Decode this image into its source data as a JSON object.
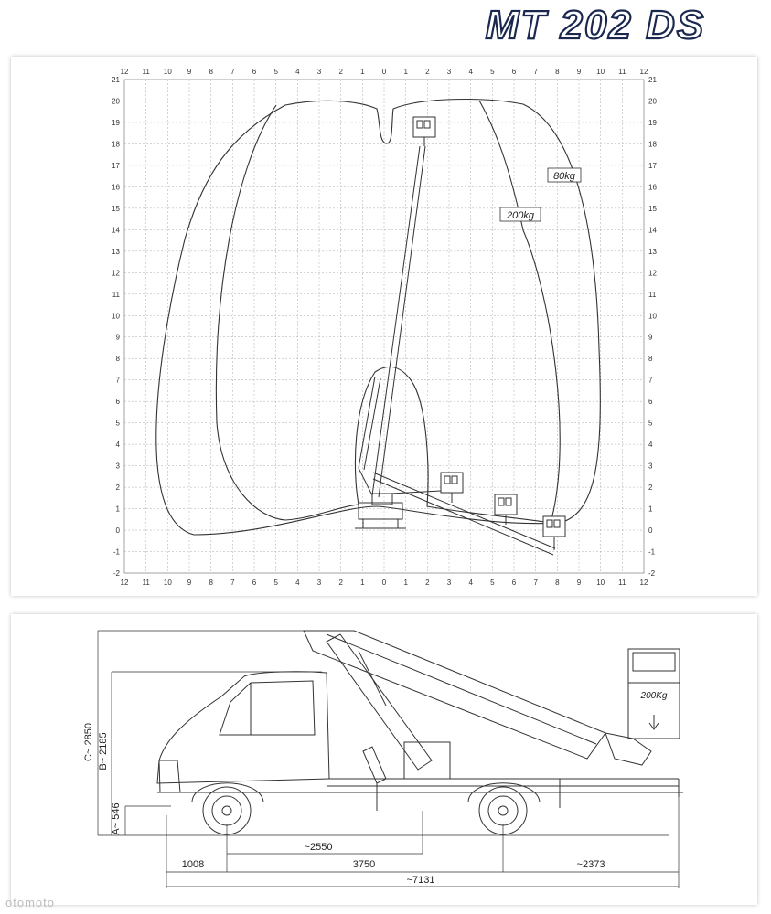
{
  "logo": {
    "text": "MT 202 DS"
  },
  "working_range": {
    "x_ticks": [
      "12",
      "11",
      "10",
      "9",
      "8",
      "7",
      "6",
      "5",
      "4",
      "3",
      "2",
      "1",
      "0",
      "1",
      "2",
      "3",
      "4",
      "5",
      "6",
      "7",
      "8",
      "9",
      "10",
      "11",
      "12"
    ],
    "y_ticks": [
      "21",
      "20",
      "19",
      "18",
      "17",
      "16",
      "15",
      "14",
      "13",
      "12",
      "11",
      "10",
      "9",
      "8",
      "7",
      "6",
      "5",
      "4",
      "3",
      "2",
      "1",
      "0",
      "-1",
      "-2"
    ],
    "load_80": "80kg",
    "load_200": "200kg"
  },
  "truck": {
    "dim_C": "C~ 2850",
    "dim_B": "B~ 2185",
    "dim_A": "A~ 546",
    "dim_2550": "~2550",
    "dim_1008": "1008",
    "dim_3750": "3750",
    "dim_2373": "~2373",
    "dim_7131": "~7131",
    "basket_label": "200Kg"
  },
  "watermark": "otomoto"
}
